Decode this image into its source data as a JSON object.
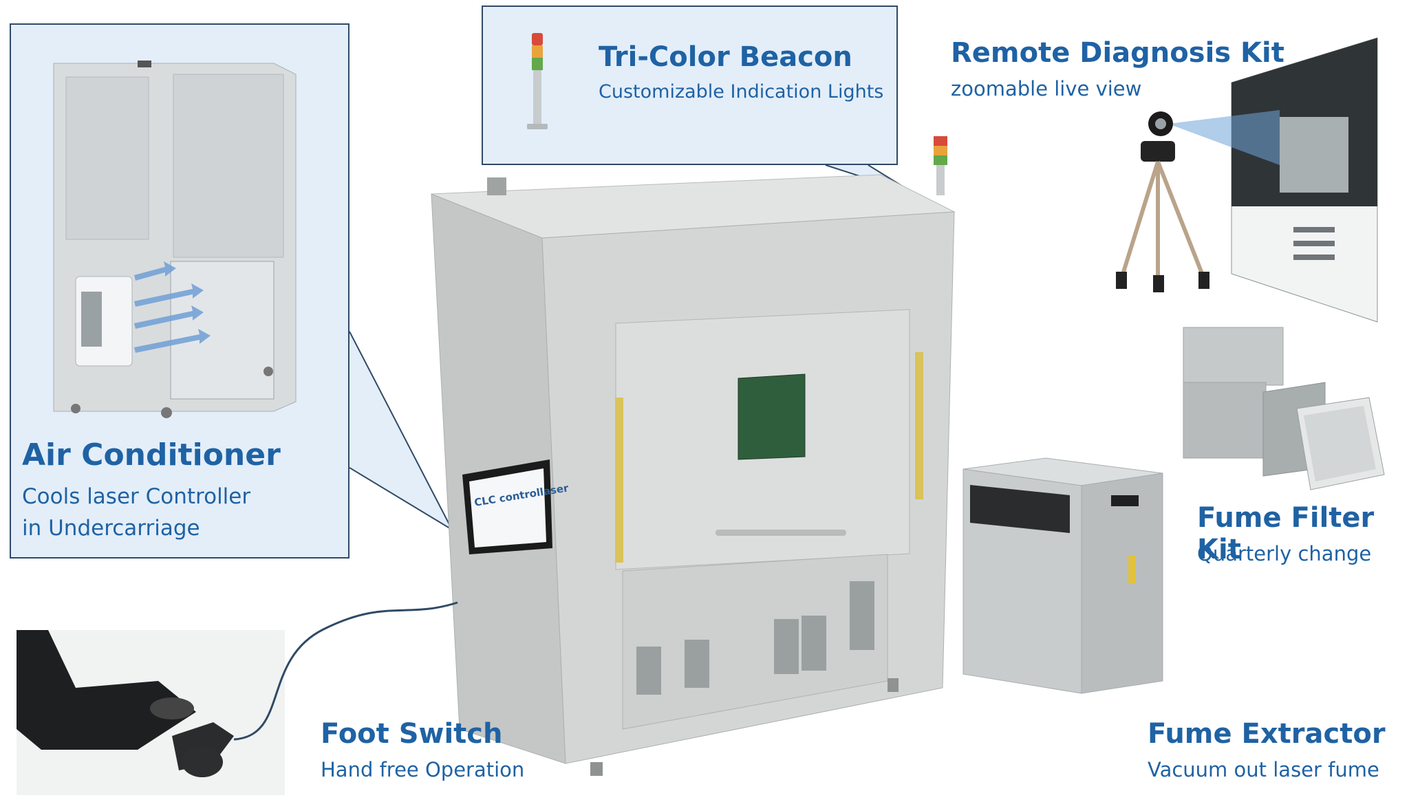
{
  "accessories": {
    "air_conditioner": {
      "title": "Air Conditioner",
      "line1": "Cools laser Controller",
      "line2": "in Undercarriage"
    },
    "beacon": {
      "title": "Tri-Color Beacon",
      "subtitle": "Customizable Indication Lights"
    },
    "remote_diagnosis": {
      "title": "Remote Diagnosis Kit",
      "subtitle": "zoomable live view"
    },
    "fume_filter": {
      "title": "Fume Filter Kit",
      "subtitle": "Quarterly change"
    },
    "fume_extractor": {
      "title": "Fume Extractor",
      "subtitle": "Vacuum out laser fume"
    },
    "foot_switch": {
      "title": "Foot Switch",
      "subtitle": "Hand free Operation"
    }
  },
  "machine": {
    "screen_logo": "CLC controllaser"
  },
  "colors": {
    "accent": "#1f62a4",
    "callout_bg": "#e3eef9",
    "callout_border": "#2f4a66",
    "machine": "#cfd1d0"
  }
}
